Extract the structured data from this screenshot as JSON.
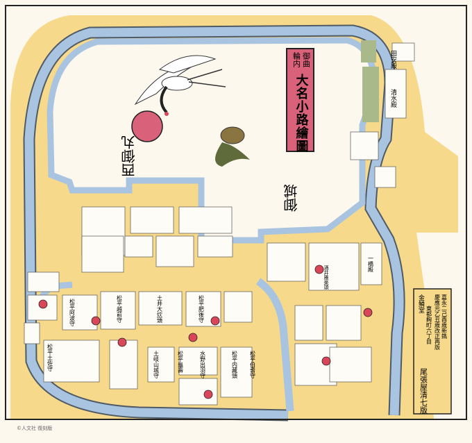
{
  "title": {
    "sub_right": "御曲",
    "sub_left": "輪内",
    "main": "大名小路繪圖"
  },
  "colophon": {
    "lines": [
      "嘉永二己酉歳新鐫",
      "慶應元乙丑歳改正再版",
      "東都麹町六丁目",
      "金鱗堂",
      "尾張屋清七版"
    ]
  },
  "areas": {
    "nishinomaru": "西御丸",
    "goshiro": "御城",
    "tayasu": "田安殿",
    "shimizu": "清水殿",
    "hitotsubashi": "一橋殿",
    "sakai": "酒井雅楽頭"
  },
  "estates": [
    "松平土佐守",
    "土岐山城守",
    "松平龜壽",
    "水野出羽守",
    "松平内藏頭",
    "松平伯耆守",
    "松平阿波守",
    "松平越前守",
    "土井大炊頭",
    "松平肥後守"
  ],
  "copyright": "©人文社 復刻版",
  "colors": {
    "moat": "#a9c4e0",
    "land": "#f6d98a",
    "ground": "#fdf8ee",
    "cartouche": "#d9627a",
    "green": "#a9b98a",
    "mon": "#d9465a"
  }
}
